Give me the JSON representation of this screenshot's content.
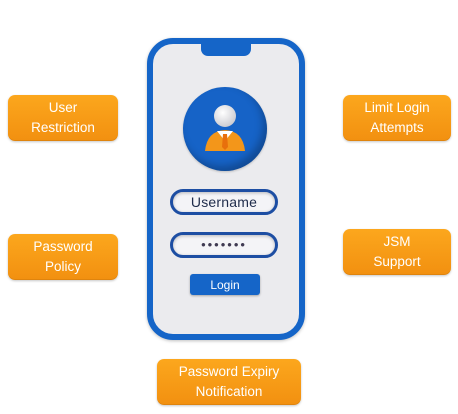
{
  "phone": {
    "username_text": "Username",
    "password_mask": "•••••••",
    "login_label": "Login"
  },
  "badges": {
    "user_restriction": [
      "User",
      "Restriction"
    ],
    "password_policy": [
      "Password",
      "Policy"
    ],
    "limit_login_attempts": [
      "Limit Login",
      "Attempts"
    ],
    "jsm_support": [
      "JSM",
      "Support"
    ],
    "password_expiry_notification": [
      "Password Expiry",
      "Notification"
    ]
  },
  "colors": {
    "phone_blue": "#1565c8",
    "badge_orange": "#f7a019",
    "screen_gray": "#ebebee",
    "tie_orange": "#f08a12"
  },
  "icons": [
    "user-avatar-icon"
  ]
}
